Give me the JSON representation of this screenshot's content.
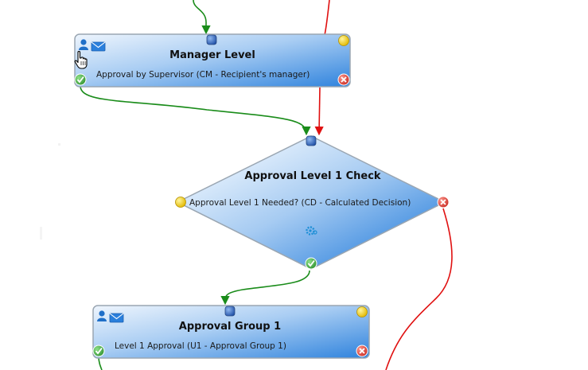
{
  "nodes": {
    "manager": {
      "title": "Manager Level",
      "subtitle": "Approval by Supervisor (CM - Recipient's manager)",
      "icons": [
        "user-icon",
        "mail-icon"
      ]
    },
    "check": {
      "title": "Approval Level 1 Check",
      "subtitle": "Approval Level 1 Needed? (CD - Calculated Decision)",
      "icons": [
        "gear-icon"
      ]
    },
    "group1": {
      "title": "Approval Group 1",
      "subtitle": "Level 1 Approval (U1 - Approval Group 1)",
      "icons": [
        "user-icon",
        "mail-icon"
      ]
    }
  },
  "colors": {
    "approve_path": "#1a8c1a",
    "reject_path": "#e01010",
    "node_fill_light": "#dcebfb",
    "node_fill_dark": "#2a7fdc",
    "node_border": "#9aa6b2",
    "port_yellow": "#f5d31a",
    "port_blue": "#2a5ab0",
    "reject_red": "#d9342b",
    "approve_green": "#3aa63a"
  },
  "cursor": "hand-pointer-icon"
}
